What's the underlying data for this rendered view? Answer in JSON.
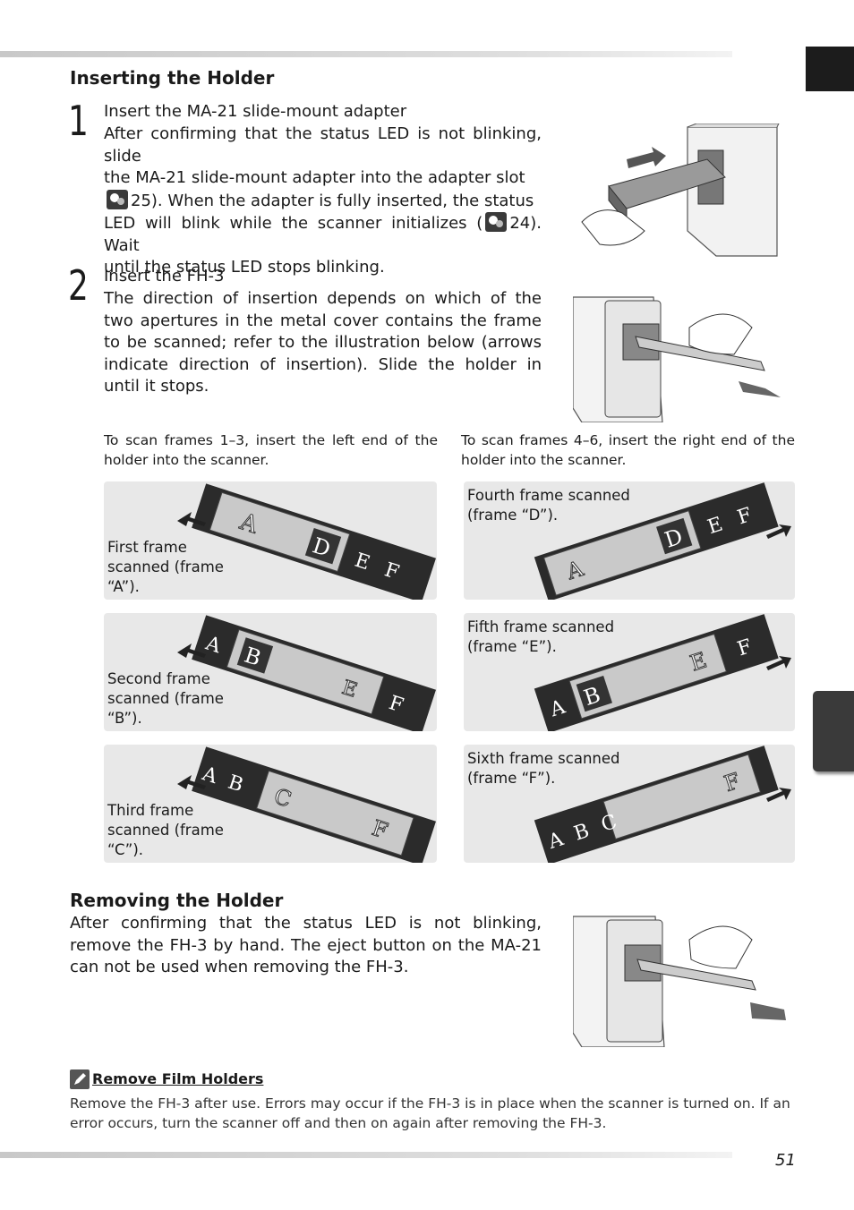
{
  "section1": {
    "heading": "Inserting the Holder",
    "step1": {
      "number": "1",
      "title": "Insert the MA-21 slide-mount adapter",
      "line1": "After confirming that the status LED is not blinking, slide",
      "line2": "the MA-21 slide-mount adapter into the adapter slot",
      "line3_ref": "25).  When the adapter is fully inserted, the status",
      "line4_pre": "LED will blink while the scanner initializes (",
      "line4_post": "24).  Wait",
      "line5": "until the status LED stops blinking."
    },
    "step2": {
      "number": "2",
      "title": "Insert the FH-3",
      "body": "The direction of insertion depends on which of the two apertures in the metal cover contains the frame to be scanned; refer to the illustration below (arrows indicate direction of insertion).  Slide the holder in until it stops."
    },
    "caption_left": "To scan frames 1–3, insert the left end of the holder into the scanner.",
    "caption_right": "To scan frames 4–6, insert the right end of the holder into the scanner.",
    "panels_left": [
      {
        "label": "First frame scanned (frame “A”).",
        "frames": [
          "A",
          "D",
          "E",
          "F"
        ]
      },
      {
        "label": "Second frame scanned (frame “B”).",
        "frames": [
          "A",
          "B",
          "E",
          "F"
        ]
      },
      {
        "label": "Third frame scanned (frame “C”).",
        "frames": [
          "A",
          "B",
          "C",
          "F"
        ]
      }
    ],
    "panels_right": [
      {
        "label": "Fourth frame scanned (frame “D”).",
        "frames": [
          "A",
          "D",
          "E",
          "F"
        ]
      },
      {
        "label": "Fifth frame scanned (frame “E”).",
        "frames": [
          "A",
          "B",
          "E",
          "F"
        ]
      },
      {
        "label": "Sixth frame scanned (frame “F”).",
        "frames": [
          "A",
          "B",
          "C",
          "F"
        ]
      }
    ]
  },
  "section2": {
    "heading": "Removing the Holder",
    "body": "After confirming that the status LED is not blinking, remove the FH-3 by hand.  The eject button on the MA-21 can not be used when removing the FH-3."
  },
  "note": {
    "title": "Remove Film Holders",
    "body": "Remove the FH-3 after use.  Errors may occur if the FH-3 is in place when the scanner is turned on.  If an error occurs, turn the scanner off and then on again after removing the FH-3."
  },
  "page_number": "51",
  "icons": [
    "reference-icon",
    "pencil-note-icon",
    "insert-arrow-icon"
  ]
}
